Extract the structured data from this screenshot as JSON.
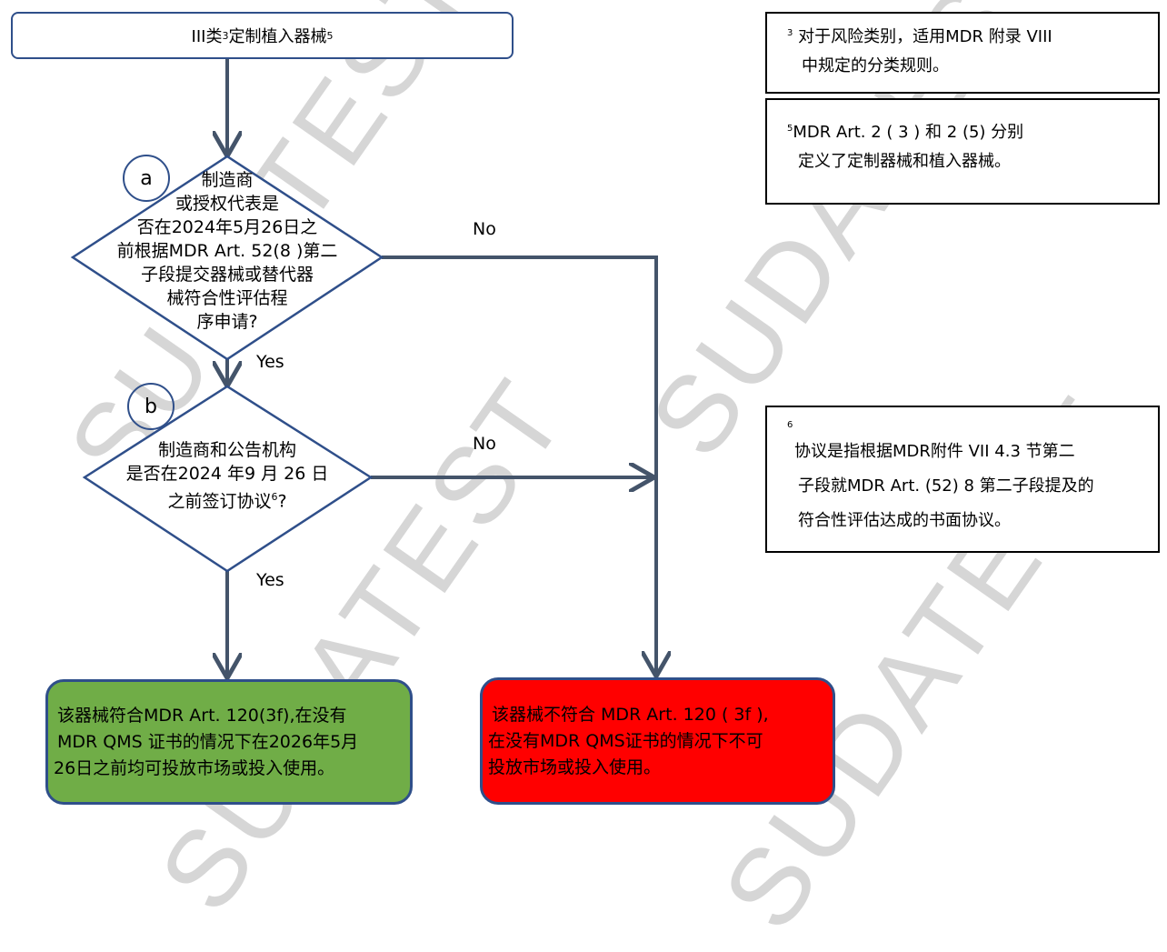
{
  "watermark": "SUDATEST",
  "start": {
    "text": "III类",
    "sup1": "3",
    "text2": "定制植入器械",
    "sup2": "5"
  },
  "decision_a": {
    "marker": "a",
    "lines": [
      "制造商",
      "或授权代表是",
      "否在2024年5月26日之",
      "前根据MDR Art. 52(8 )第二",
      "子段提交器械或替代器",
      "械符合性评估程",
      "序申请?"
    ]
  },
  "decision_b": {
    "marker": "b",
    "lines": [
      "制造商和公告机构",
      "是否在2024 年9 月 26 日"
    ],
    "line3": "之前签订协议",
    "line3_sup": "6",
    "line3_end": "?"
  },
  "labels": {
    "no_a": "No",
    "yes_a": "Yes",
    "no_b": "No",
    "yes_b": "Yes"
  },
  "result_yes": {
    "lines": [
      "该器械符合MDR Art. 120(3f),在没有",
      "MDR QMS 证书的情况下在2026年5月",
      "26日之前均可投放市场或投入使用。"
    ]
  },
  "result_no": {
    "lines": [
      "该器械不符合 MDR Art. 120 ( 3f ),",
      "在没有MDR QMS证书的情况下不可",
      "投放市场或投入使用。"
    ]
  },
  "notes": [
    {
      "sup": "3",
      "lines": [
        "对于风险类别，适用MDR 附录 VIII",
        "中规定的分类规则。"
      ]
    },
    {
      "sup": "5",
      "lines": [
        "MDR Art. 2 ( 3 )  和  2 (5)  分别",
        "定义了定制器械和植入器械。"
      ]
    },
    {
      "sup": "6",
      "lines": [
        "协议是指根据MDR附件 VII 4.3 节第二",
        "子段就MDR Art. (52) 8 第二子段提及的",
        "符合性评估达成的书面协议。"
      ]
    }
  ],
  "colors": {
    "line": "#44546a",
    "border": "#2f4f8a",
    "green": "#70ad47",
    "red": "#ff0000"
  }
}
